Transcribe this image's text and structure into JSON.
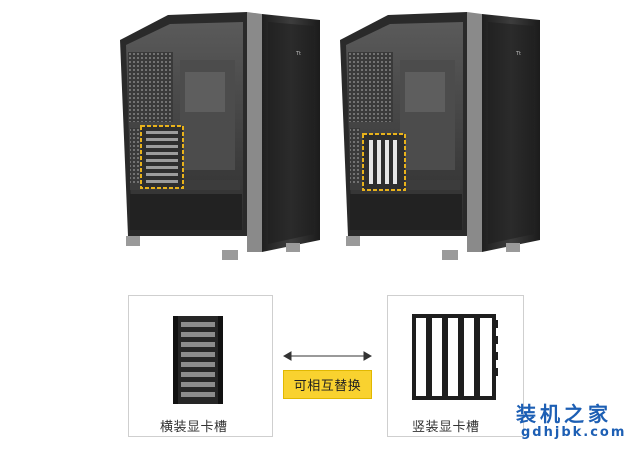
{
  "option_left": {
    "caption": "横装显卡槽"
  },
  "option_right": {
    "caption": "竖装显卡槽"
  },
  "swap_badge": {
    "label": "可相互替换"
  },
  "watermark": {
    "brand": "装机之家",
    "url": "gdhjbk.com"
  },
  "colors": {
    "case_frame": "#2b2b2b",
    "case_panel": "#3a3a3a",
    "highlight": "#e8b21b",
    "badge": "#f9d22f",
    "watermark": "#1d5fb4"
  }
}
